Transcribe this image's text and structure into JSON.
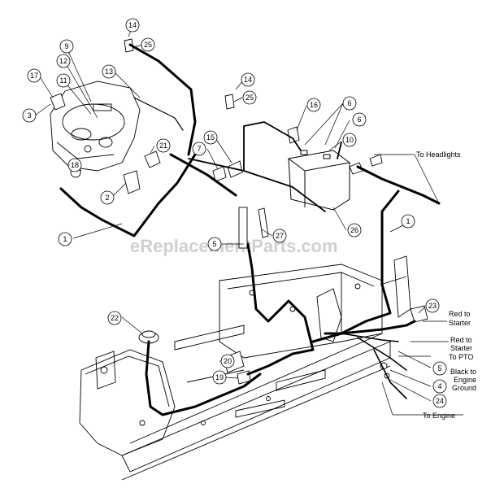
{
  "watermark": "eReplacementParts.com",
  "callouts": {
    "c1a": "1",
    "c1b": "1",
    "c2": "2",
    "c3": "3",
    "c4": "4",
    "c5a": "5",
    "c5b": "5",
    "c6a": "6",
    "c6b": "6",
    "c7": "7",
    "c9": "9",
    "c10": "10",
    "c11": "11",
    "c12": "12",
    "c13": "13",
    "c14a": "14",
    "c14b": "14",
    "c15": "15",
    "c16": "16",
    "c17": "17",
    "c18": "18",
    "c19": "19",
    "c20": "20",
    "c21": "21",
    "c22": "22",
    "c23": "23",
    "c24": "24",
    "c25a": "25",
    "c25b": "25",
    "c26": "26",
    "c27": "27"
  },
  "labels": {
    "headlights": "To Headlights",
    "red_starter_1a": "Red to",
    "red_starter_1b": "Starter",
    "red_starter_2a": "Red to",
    "red_starter_2b": "Starter",
    "pto": "To PTO",
    "black_ground_a": "Black to",
    "black_ground_b": "Engine",
    "black_ground_c": "Ground",
    "engine": "To Engine"
  }
}
